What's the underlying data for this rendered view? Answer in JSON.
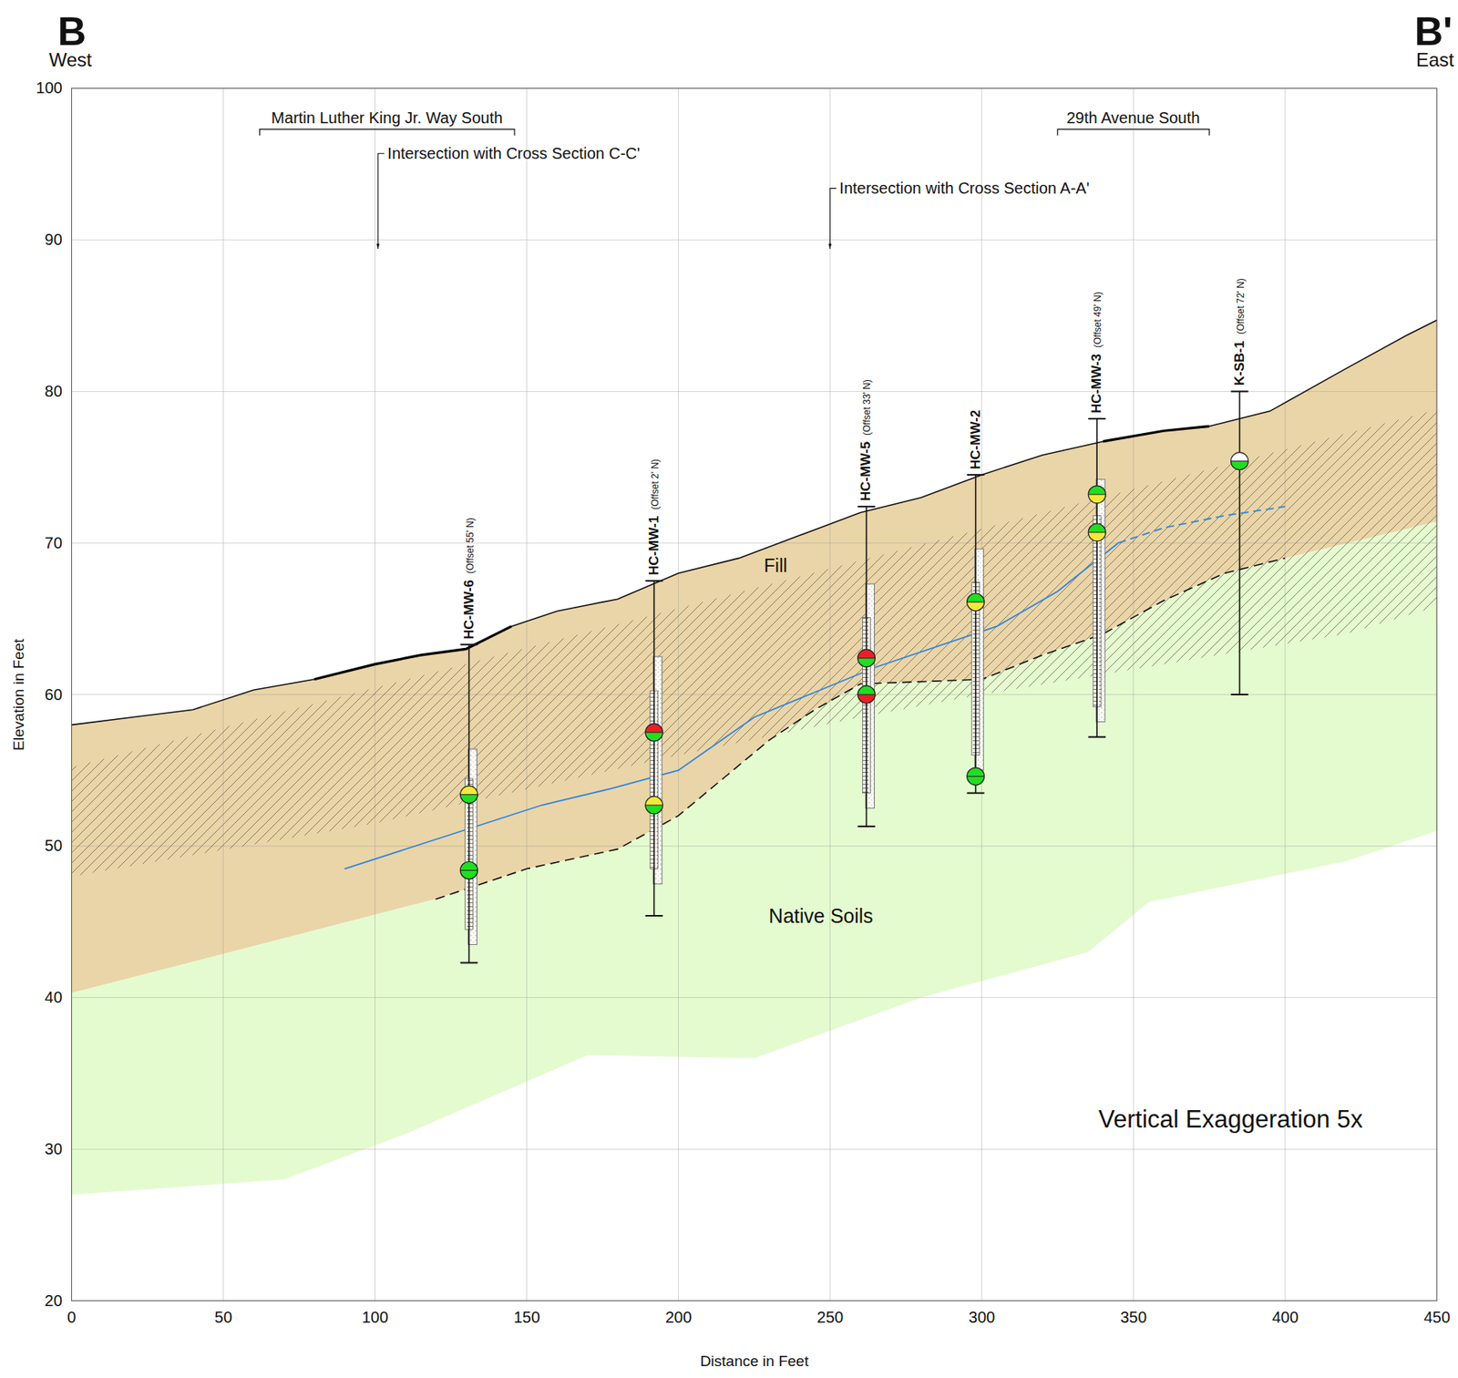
{
  "diagram": {
    "nodes": [
      {
        "text": [
          "Fill"
        ]
      },
      {
        "text": [
          "Native Soils"
        ]
      }
    ],
    "labels": [
      "B",
      "West",
      "B'",
      "East",
      "100",
      "90",
      "80",
      "70",
      "60",
      "50",
      "40",
      "30",
      "20",
      "0",
      "50",
      "100",
      "150",
      "200",
      "250",
      "300",
      "350",
      "400",
      "450",
      "Elevation in Feet",
      "Distance in Feet",
      "Martin Luther King Jr. Way South",
      "29th Avenue South",
      "Intersection with Cross Section C-C'",
      "Intersection with Cross Section A-A'",
      "HC-MW-6",
      "(Offset 55' N)",
      "HC-MW-1",
      "(Offset 2' N)",
      "HC-MW-5",
      "(Offset 33' N)",
      "HC-MW-2",
      "HC-MW-3",
      "(Offset 49' N)",
      "K-SB-1",
      "(Offset 72' N)",
      "Vertical Exaggeration 5x"
    ]
  }
}
